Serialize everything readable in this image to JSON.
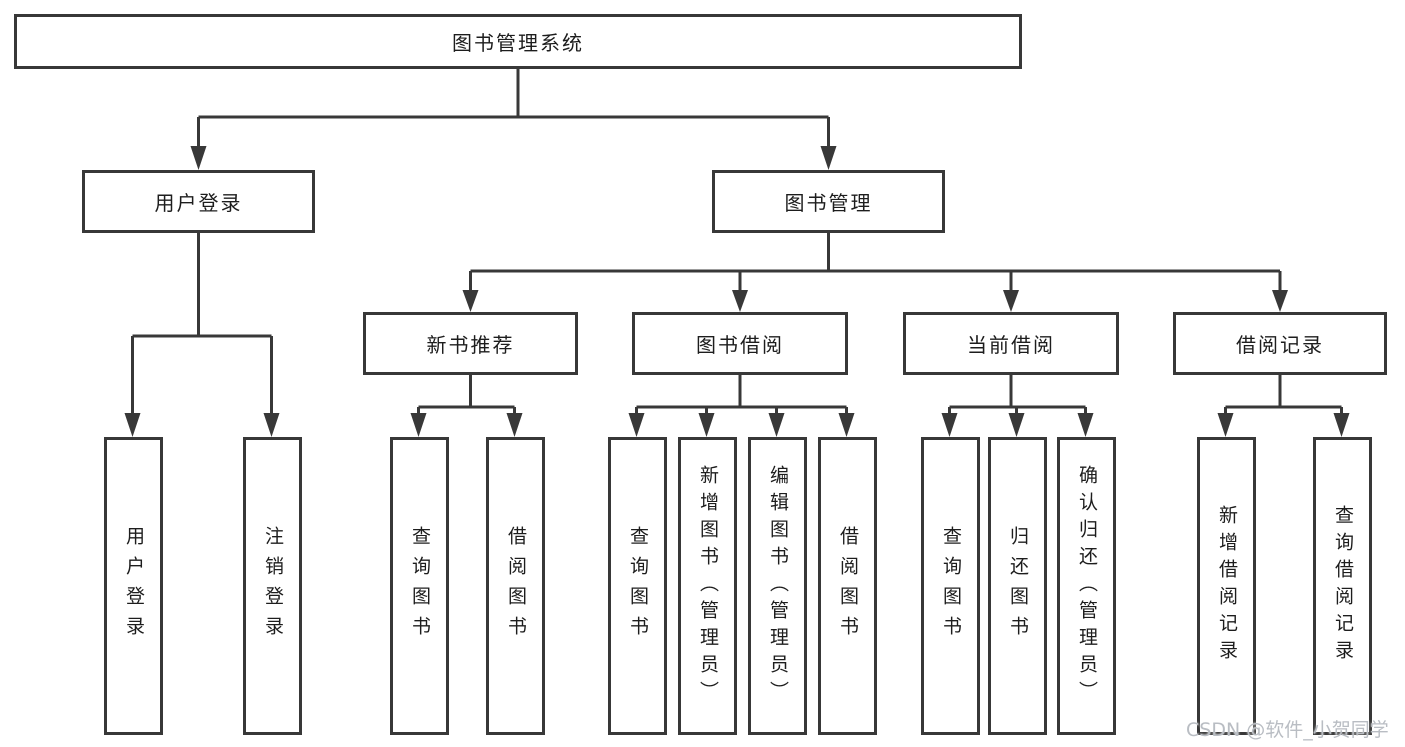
{
  "diagram": {
    "root": {
      "label": "图书管理系统"
    },
    "level2": [
      {
        "label": "用户登录",
        "leaves": [
          "用户登录",
          "注销登录"
        ]
      },
      {
        "label": "图书管理",
        "level3": [
          {
            "label": "新书推荐",
            "leaves": [
              "查询图书",
              "借阅图书"
            ]
          },
          {
            "label": "图书借阅",
            "leaves": [
              "查询图书",
              "新增图书（管理员）",
              "编辑图书（管理员）",
              "借阅图书"
            ]
          },
          {
            "label": "当前借阅",
            "leaves": [
              "查询图书",
              "归还图书",
              "确认归还（管理员）"
            ]
          },
          {
            "label": "借阅记录",
            "leaves": [
              "新增借阅记录",
              "查询借阅记录"
            ]
          }
        ]
      }
    ]
  },
  "watermark": "CSDN @软件_小贺同学",
  "colors": {
    "line": "#383838",
    "text": "#1d1d1d",
    "watermark": "#b9bdc3",
    "background": "#ffffff"
  }
}
